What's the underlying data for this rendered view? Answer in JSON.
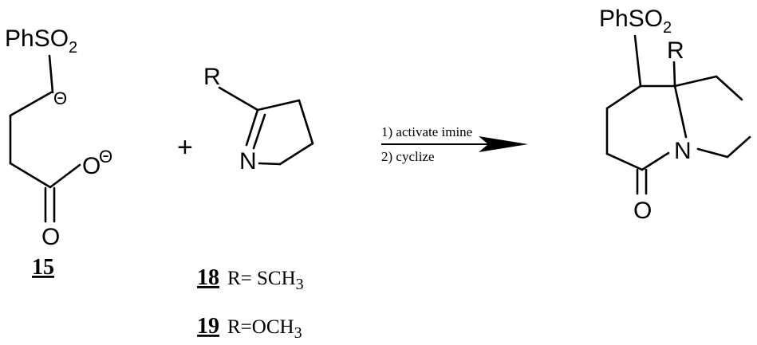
{
  "reactant_15": {
    "substituent": "PhSO",
    "subscript": "2",
    "carbanion_charge": "Θ",
    "carboxylate_oxygen": "O",
    "carboxylate_charge": "Θ",
    "carbonyl_oxygen": "O",
    "number": "15"
  },
  "plus_sign": "+",
  "reactant_imine": {
    "r_group": "R",
    "nitrogen": "N",
    "variants": [
      {
        "number": "18",
        "definition": "R= SCH",
        "subscript": "3"
      },
      {
        "number": "19",
        "definition": "R=OCH",
        "subscript": "3"
      }
    ]
  },
  "arrow": {
    "step_1": "1) activate imine",
    "step_2": "2) cyclize"
  },
  "product": {
    "substituent": "PhSO",
    "subscript": "2",
    "r_group": "R",
    "nitrogen": "N",
    "carbonyl_oxygen": "O"
  }
}
